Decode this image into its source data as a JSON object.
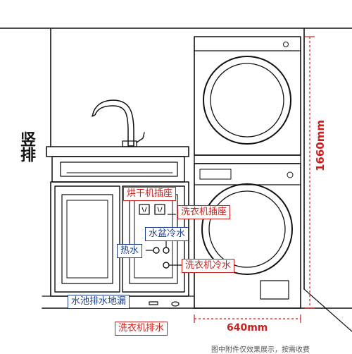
{
  "side_label": "竖排",
  "dimensions": {
    "height": "1660mm",
    "width": "640mm"
  },
  "labels": {
    "dryer_socket": "烘干机插座",
    "washer_socket": "洗衣机插座",
    "sink_cold_water": "水盆冷水",
    "hot_water": "热水",
    "washer_cold_water": "洗衣机冷水",
    "sink_floor_drain": "水池排水地漏",
    "washer_drain": "洗衣机排水"
  },
  "footnote": "图中附件仅效果展示，按需收费",
  "colors": {
    "label_red": "#c8201f",
    "label_blue": "#1f3f8a",
    "line": "#111111"
  }
}
